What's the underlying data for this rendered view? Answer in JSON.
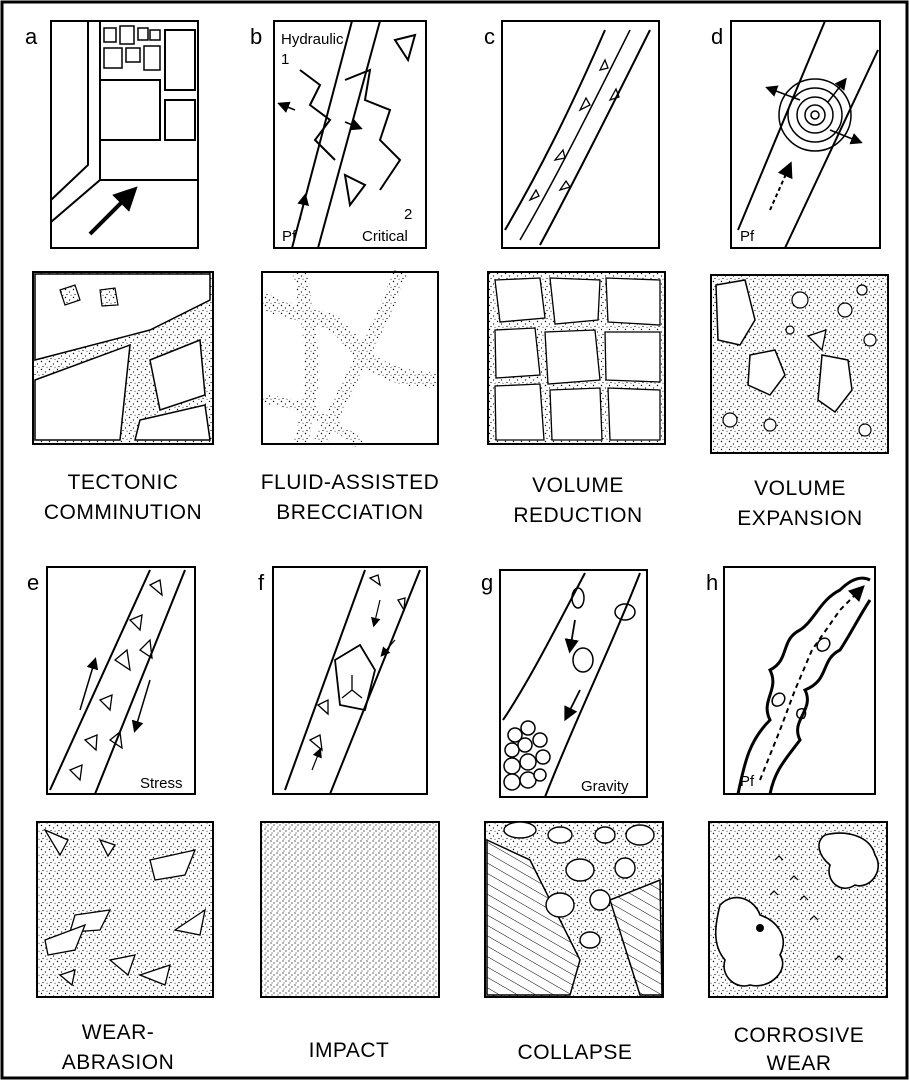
{
  "panels": [
    {
      "letter": "a",
      "title": [
        "TECTONIC",
        "COMMINUTION"
      ],
      "labels": []
    },
    {
      "letter": "b",
      "title": [
        "FLUID-ASSISTED",
        "BRECCIATION"
      ],
      "labels": [
        "Hydraulic",
        "1",
        "Pf",
        "2",
        "Critical"
      ]
    },
    {
      "letter": "c",
      "title": [
        "VOLUME",
        "REDUCTION"
      ],
      "labels": []
    },
    {
      "letter": "d",
      "title": [
        "VOLUME",
        "EXPANSION"
      ],
      "labels": [
        "Pf"
      ]
    },
    {
      "letter": "e",
      "title": [
        "WEAR-",
        "ABRASION"
      ],
      "labels": [
        "Stress"
      ]
    },
    {
      "letter": "f",
      "title": [
        "",
        "IMPACT"
      ],
      "labels": []
    },
    {
      "letter": "g",
      "title": [
        "",
        "COLLAPSE"
      ],
      "labels": [
        "Gravity"
      ]
    },
    {
      "letter": "h",
      "title": [
        "CORROSIVE",
        "WEAR"
      ],
      "labels": [
        "Pf"
      ]
    }
  ],
  "colors": {
    "ink": "#000000",
    "paper": "#ffffff"
  }
}
